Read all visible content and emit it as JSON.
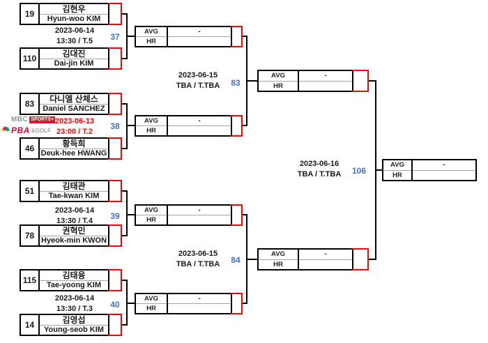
{
  "stats": {
    "avg_label": "AVG",
    "hr_label": "HR",
    "pending_value": "-"
  },
  "round1": [
    {
      "match_no": "37",
      "date": "2023-06-14",
      "time": "13:30 / T.5",
      "players": [
        {
          "seed": "19",
          "name_kr": "김현우",
          "name_en": "Hyun-woo KIM"
        },
        {
          "seed": "110",
          "name_kr": "김대진",
          "name_en": "Dai-jin KIM"
        }
      ]
    },
    {
      "match_no": "38",
      "date": "2023-06-13",
      "time": "23:00 / T.2",
      "players": [
        {
          "seed": "83",
          "name_kr": "다니엘 산체스",
          "name_en": "Daniel SANCHEZ"
        },
        {
          "seed": "46",
          "name_kr": "황득희",
          "name_en": "Deuk-hee HWANG"
        }
      ]
    },
    {
      "match_no": "39",
      "date": "2023-06-14",
      "time": "13:30 / T.4",
      "players": [
        {
          "seed": "51",
          "name_kr": "김태관",
          "name_en": "Tae-kwan KIM"
        },
        {
          "seed": "78",
          "name_kr": "권혁민",
          "name_en": "Hyeok-min KWON"
        }
      ]
    },
    {
      "match_no": "40",
      "date": "2023-06-14",
      "time": "13:30 / T.3",
      "players": [
        {
          "seed": "115",
          "name_kr": "김태융",
          "name_en": "Tae-yoong KIM"
        },
        {
          "seed": "14",
          "name_kr": "김영섭",
          "name_en": "Young-seob KIM"
        }
      ]
    }
  ],
  "round2": [
    {
      "match_no": "83",
      "date": "2023-06-15",
      "time": "TBA / T.TBA"
    },
    {
      "match_no": "84",
      "date": "2023-06-15",
      "time": "TBA / T.TBA"
    }
  ],
  "final": {
    "match_no": "106",
    "date": "2023-06-16",
    "time": "TBA / T.TBA"
  },
  "broadcast": {
    "mbc": "MBC",
    "sports_badge": "SPORTS+",
    "pba": "PBA",
    "golf": "&GOLF"
  },
  "colors": {
    "accent_blue": "#4472C4",
    "bracket_red": "#FF0000",
    "line_black": "#000000"
  }
}
